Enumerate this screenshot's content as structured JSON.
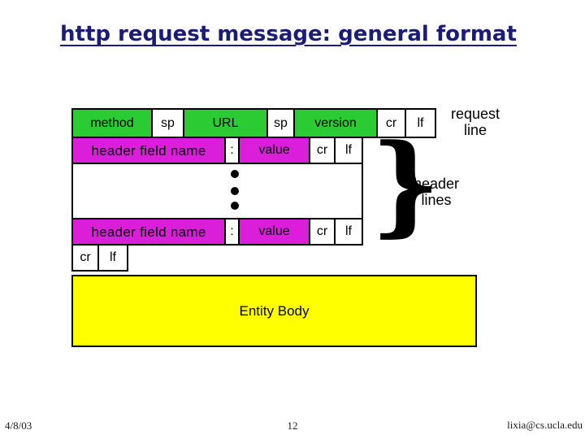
{
  "title": "http request message: general format",
  "diagram": {
    "request_row": [
      "method",
      "sp",
      "URL",
      "sp",
      "version",
      "cr",
      "lf"
    ],
    "header_row_1": [
      "header field name",
      ":",
      "value",
      "cr",
      "lf"
    ],
    "header_row_2": [
      "header field name",
      ":",
      "value",
      "cr",
      "lf"
    ],
    "crlf_row": [
      "cr",
      "lf"
    ],
    "entity_body": "Entity Body",
    "annotations": {
      "request_line": "request\nline",
      "header_lines": "header\nlines",
      "brace": "}"
    }
  },
  "footer": {
    "date": "4/8/03",
    "page_number": "12",
    "email": "lixia@cs.ucla.edu"
  },
  "colors": {
    "request_field_green": "#2bcc33",
    "header_field_magenta": "#da1eda",
    "entity_body_yellow": "#ffff00",
    "title_navy": "#1b1b78",
    "box_border": "#000000",
    "background": "#ffffff"
  }
}
